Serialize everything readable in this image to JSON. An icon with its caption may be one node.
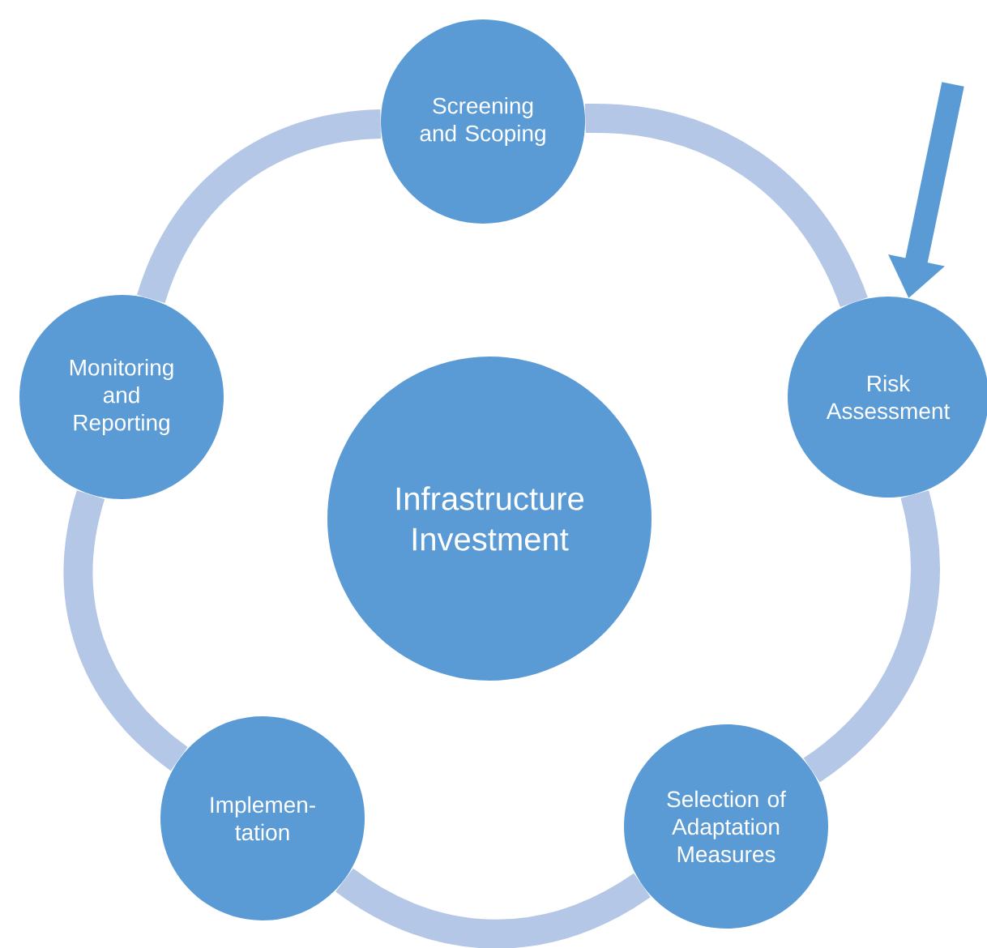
{
  "diagram": {
    "nodes": [
      {
        "text": [
          "Screening and Scoping"
        ]
      },
      {
        "text": [
          "Risk Assessment"
        ]
      },
      {
        "text": [
          "Selection of Adaptation Measures"
        ]
      },
      {
        "text": [
          "Implemen- tation"
        ]
      },
      {
        "text": [
          "Monitoring and Reporting"
        ]
      },
      {
        "text": [
          "Infrastructure Investment"
        ]
      }
    ],
    "edges": [
      {
        "from": 0,
        "to": 1,
        "arrow": "none"
      },
      {
        "from": 1,
        "to": 2,
        "arrow": "none"
      },
      {
        "from": 2,
        "to": 3,
        "arrow": "none"
      },
      {
        "from": 3,
        "to": 4,
        "arrow": "none"
      },
      {
        "from": 4,
        "to": 0,
        "arrow": "none"
      },
      {
        "from": null,
        "to": 1,
        "arrow": "to",
        "color": "#5b9bd5"
      }
    ]
  }
}
